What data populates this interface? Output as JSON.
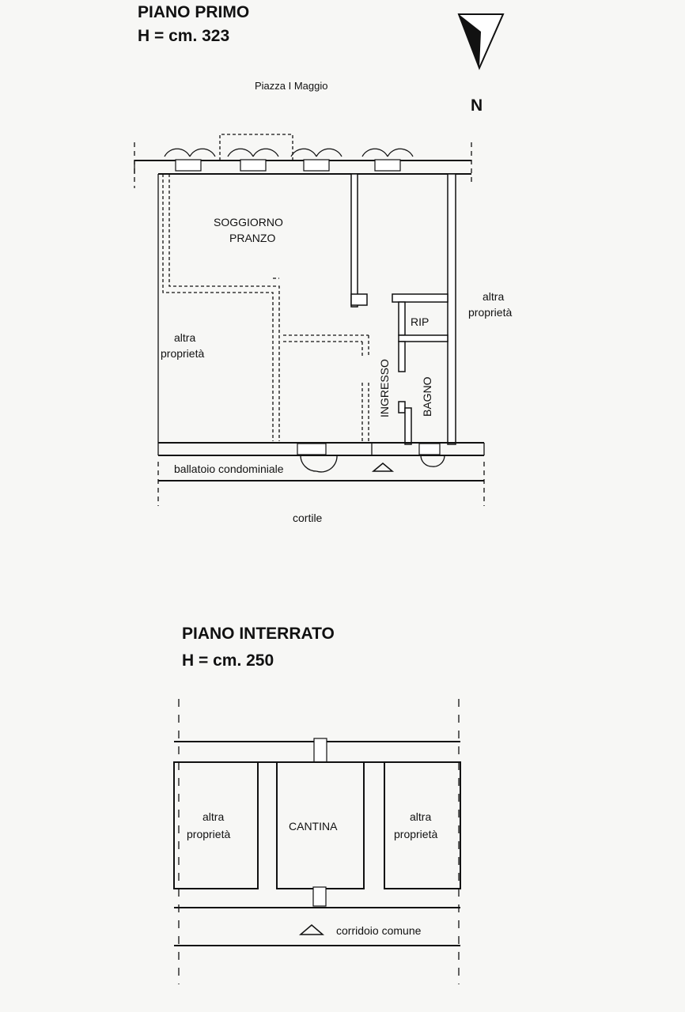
{
  "first_floor": {
    "title": "PIANO PRIMO",
    "height": "H = cm. 323",
    "street": "Piazza I Maggio",
    "north_label": "N",
    "rooms": {
      "living": [
        "SOGGIORNO",
        "PRANZO"
      ],
      "other_left": [
        "altra",
        "proprietà"
      ],
      "other_right": [
        "altra",
        "proprietà"
      ],
      "entrance": "INGRESSO",
      "storage": "RIP",
      "bathroom": "BAGNO"
    },
    "balcony": "ballatoio condominiale",
    "courtyard": "cortile"
  },
  "basement": {
    "title": "PIANO INTERRATO",
    "height": "H = cm. 250",
    "rooms": {
      "cellar": "CANTINA",
      "other_left": [
        "altra",
        "proprietà"
      ],
      "other_right": [
        "altra",
        "proprietà"
      ]
    },
    "corridor": "corridoio comune"
  }
}
